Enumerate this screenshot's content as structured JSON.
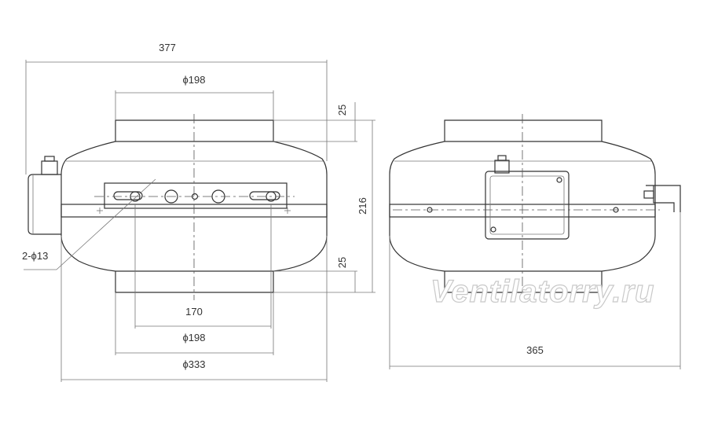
{
  "drawing": {
    "left_view": {
      "overall_width": "377",
      "inlet_top": "ϕ198",
      "slot_distance": "170",
      "inlet_bottom": "ϕ198",
      "body_diameter": "ϕ333",
      "top_collar": "25",
      "total_height": "216",
      "bottom_collar": "25",
      "hole_note": "2-ϕ13"
    },
    "right_view": {
      "overall_width": "365"
    },
    "watermark": "Ventilatorry.ru"
  },
  "colors": {
    "line": "#333333",
    "text": "#333333",
    "watermark_outline": "#c9c9c9"
  }
}
